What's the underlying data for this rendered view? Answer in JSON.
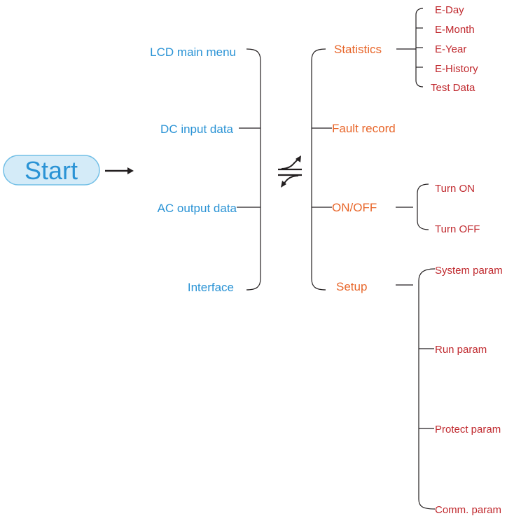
{
  "start": {
    "label": "Start"
  },
  "main_menu": {
    "items": [
      {
        "label": "LCD main menu"
      },
      {
        "label": "DC input data"
      },
      {
        "label": "AC output data"
      },
      {
        "label": "Interface"
      }
    ]
  },
  "sub_menu": {
    "items": [
      {
        "label": "Statistics"
      },
      {
        "label": "Fault record"
      },
      {
        "label": "ON/OFF"
      },
      {
        "label": "Setup"
      }
    ]
  },
  "statistics": {
    "items": [
      {
        "label": "E-Day"
      },
      {
        "label": "E-Month"
      },
      {
        "label": "E-Year"
      },
      {
        "label": "E-History"
      },
      {
        "label": "Test Data"
      }
    ]
  },
  "onoff": {
    "items": [
      {
        "label": "Turn ON"
      },
      {
        "label": "Turn OFF"
      }
    ]
  },
  "setup": {
    "items": [
      {
        "label": "System param"
      },
      {
        "label": "Run param"
      },
      {
        "label": "Protect param"
      },
      {
        "label": "Comm. param"
      }
    ]
  },
  "colors": {
    "main_menu": "#2a93d5",
    "sub_menu": "#e8662a",
    "leaf": "#c0292e",
    "start_fill": "#d4ebf8",
    "start_border": "#72bfe6",
    "lines": "#231f20"
  },
  "icons": {
    "start_arrow": "right-arrow-icon",
    "switch": "switch-arrows-icon"
  }
}
